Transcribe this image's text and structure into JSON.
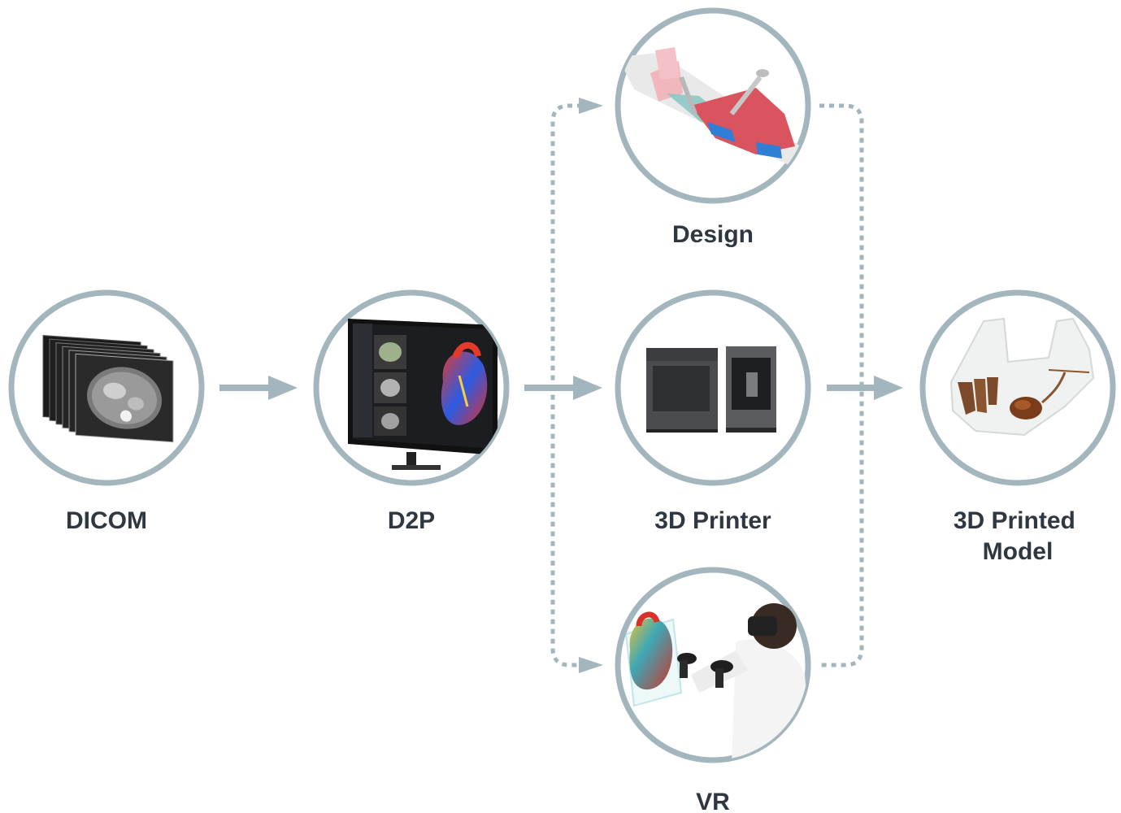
{
  "nodes": {
    "dicom": {
      "label": "DICOM",
      "image": "ct-scan-slices-stack"
    },
    "d2p": {
      "label": "D2P",
      "image": "monitor-with-segmentation-software"
    },
    "design": {
      "label": "Design",
      "image": "surgical-guide-design-model"
    },
    "printer": {
      "label": "3D Printer",
      "image": "two-3d-printers"
    },
    "vr": {
      "label": "VR",
      "image": "person-with-vr-headset-and-heart-model"
    },
    "model": {
      "label_line1": "3D Printed",
      "label_line2": "Model",
      "image": "printed-jaw-model"
    }
  },
  "colors": {
    "ring": "#a3b6bd",
    "arrow": "#a3b6bd",
    "label": "#2f3740"
  }
}
